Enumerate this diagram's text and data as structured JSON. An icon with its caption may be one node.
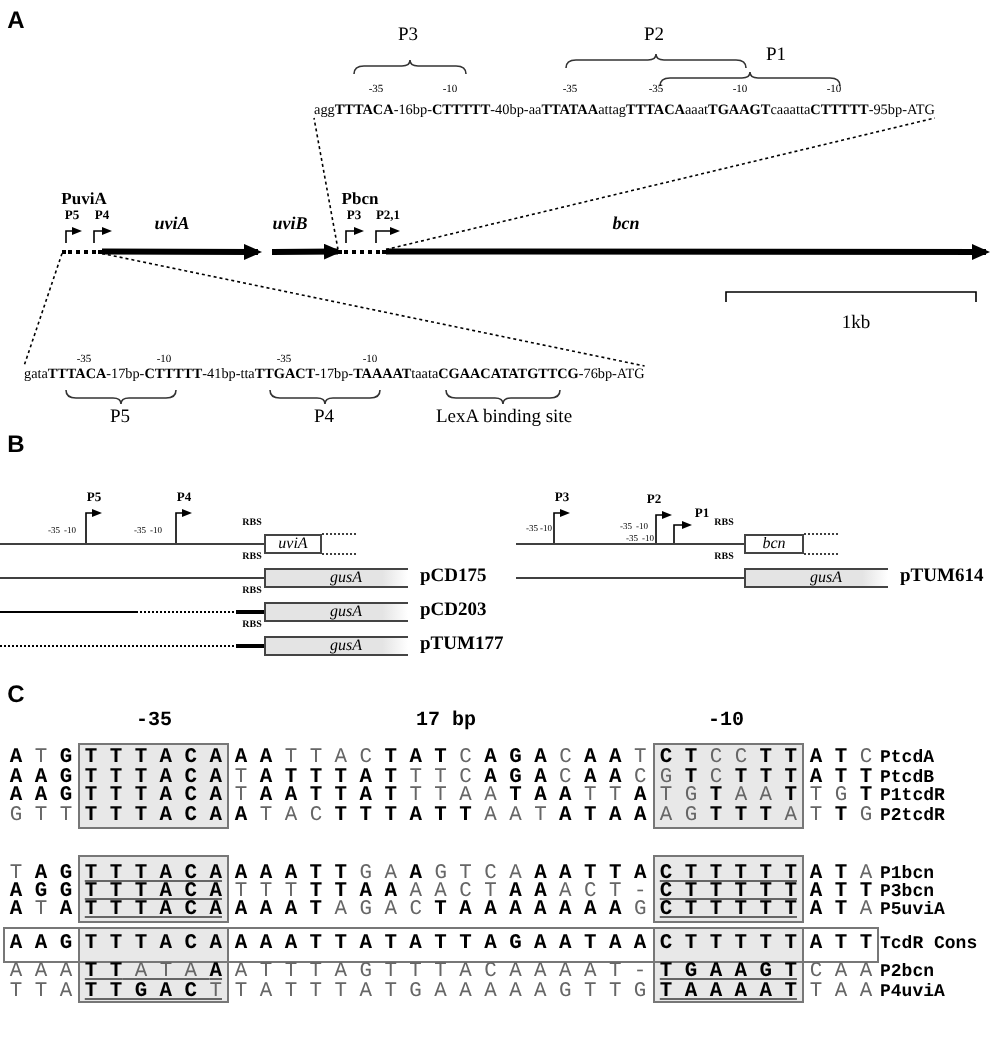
{
  "diagram": {
    "nodes": [
      {
        "text": [
          "agg**TTTACA**-16bp-**CTTTTT**-40bp-aa**TTATAA**attag**TTTACA**aaat**TGAAGT**caaatta**CTTTTT**-95bp-ATG"
        ]
      },
      {
        "text": [],
        "shape": "bar"
      },
      {
        "text": [],
        "shape": "bar"
      },
      {
        "text": [
          "gata**TTTACA**-17bp-**CTTTTT**-41bp-tta**TTGACT**-17bp-**TAAAAT**taata**CGAACATATGTTCG**-76bp-ATG"
        ]
      },
      {
        "text": [
          "uviA"
        ]
      },
      {
        "text": [
          "gusA"
        ],
        "beside": [
          "pCD175"
        ]
      },
      {
        "text": [
          "gusA"
        ],
        "beside": [
          "pCD203"
        ]
      },
      {
        "text": [
          "gusA"
        ],
        "beside": [
          "pTUM177"
        ]
      },
      {
        "text": [
          "bcn"
        ]
      },
      {
        "text": [
          "gusA"
        ],
        "beside": [
          "pTUM614"
        ]
      }
    ],
    "edges": [
      {
        "from": 1,
        "to": null,
        "arrow": "to",
        "label": "uviA",
        "style": "thick"
      },
      {
        "from": null,
        "to": 2,
        "arrow": "to",
        "label": "uviB",
        "style": "thick"
      },
      {
        "from": 2,
        "to": null,
        "arrow": "to",
        "label": "bcn",
        "style": "thick"
      },
      {
        "from": 2,
        "to": 0,
        "arrow": "none",
        "style": "dashed"
      },
      {
        "from": 2,
        "to": 0,
        "arrow": "none",
        "style": "dashed"
      },
      {
        "from": 1,
        "to": 3,
        "arrow": "none",
        "style": "dashed"
      },
      {
        "from": 1,
        "to": 3,
        "arrow": "none",
        "style": "dashed"
      },
      {
        "from": null,
        "to": 4,
        "arrow": "none"
      },
      {
        "from": null,
        "to": 5,
        "arrow": "none"
      },
      {
        "from": null,
        "to": 8,
        "arrow": "none"
      },
      {
        "from": null,
        "to": 9,
        "arrow": "none"
      }
    ],
    "labels": [
      "A",
      "P3",
      "P2",
      "P1",
      "-35",
      "-10",
      "-35",
      "-35",
      "-10",
      "-10",
      "PuviA",
      "Pbcn",
      "P5",
      "P4",
      "P3",
      "P2,1",
      "1kb",
      "-35",
      "-10",
      "-35",
      "-10",
      "P5",
      "P4",
      "LexA binding site",
      "B",
      "P5",
      "P4",
      "-35",
      "-10",
      "-35",
      "-10",
      "RBS",
      "RBS",
      "RBS",
      "RBS",
      "P3",
      "P2",
      "P1",
      "-35",
      "-10",
      "-35",
      "-10",
      "-35",
      "-10",
      "RBS",
      "RBS",
      "C",
      "-35",
      "17 bp",
      "-10",
      "**A** T **G**",
      "**T T T A C A**",
      "**A A** T T A C **T A T** C **A G A** C **A A** T",
      "**C T** C C **T T**",
      "**A T** C",
      "PtcdA",
      "**A A G**",
      "**T T T A C A**",
      "T **A T T T A T** T T C **A G A** C **A A** C",
      "G **T** C **T T T**",
      "**A T T**",
      "PtcdB",
      "**A A G**",
      "**T T T A C A**",
      "T **A A T T A T** T T A A **T A A** T T **A**",
      "T G **T** A A **T**",
      "T G **T**",
      "P1tcdR",
      "G T T",
      "**T T T A C A**",
      "**A** T A C **T T T A T T** A A T **A T A A**",
      "A G **T T T** A",
      "T **T** G",
      "P2tcdR",
      "T **A G**",
      "**T T T A C A**",
      "**A A A T T** G A **A** G T C A **A A T T A**",
      "**C T T T T T**",
      "**A T** A",
      "P1bcn",
      "**A G G**",
      "**T T T A C A**",
      "T T T **T T A A** A A C T **A A** A C T -",
      "**C T T T T T**",
      "**A T T**",
      "P3bcn",
      "**A** T **A**",
      "**T T T A C A**",
      "**A A A T** A G A C **T A A A A A A A** G",
      "**C T T T T T**",
      "**A T** A",
      "P5uviA",
      "**A A G**",
      "**T T T A C A**",
      "**A A A T T A T A T T A G A A T A A**",
      "**C T T T T T**",
      "**A T T**",
      "TcdR Cons",
      "A A A",
      "**T T** A T A **A**",
      "A T T T A G T T T A C A A A A T -",
      "**T G A A G T**",
      "C A A",
      "P2bcn",
      "T T A",
      "**T T G A C** T",
      "T A T T T A T G A A A A A G T T G",
      "**T A A A A T**",
      "T A A",
      "P4uviA"
    ]
  }
}
